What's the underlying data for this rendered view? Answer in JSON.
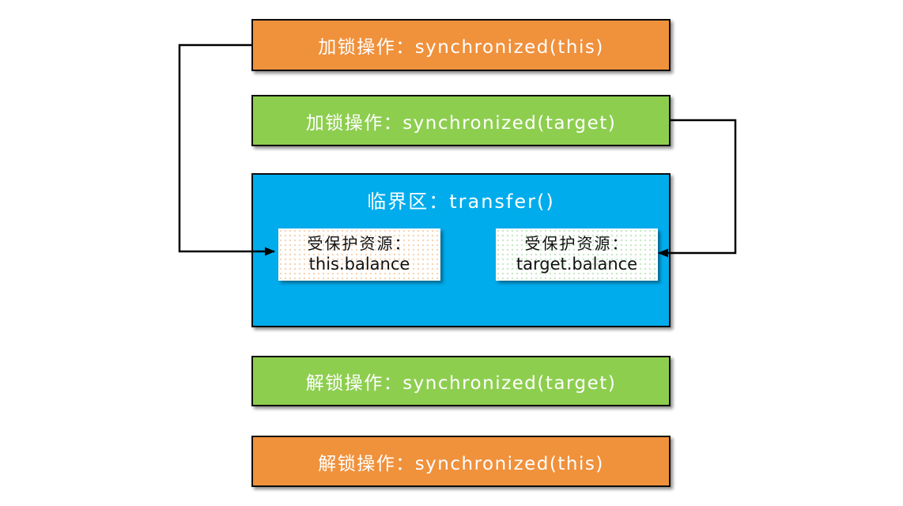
{
  "colors": {
    "orange": "#F0913C",
    "green": "#8DCE4F",
    "blue": "#00ACEC",
    "connector": "#000000",
    "resource_background": "#FFFFFF",
    "resource_dots_left": "#F0913C",
    "resource_dots_right": "#6EC86E",
    "box_border": "#0D0D0D",
    "label_text_on_color": "#FFFFFF",
    "label_text_on_white": "#111111"
  },
  "boxes": {
    "lock_this": "加锁操作：synchronized(this)",
    "lock_target": "加锁操作：synchronized(target)",
    "critical_title": "临界区：transfer()",
    "resource_left_label": "受保护资源：",
    "resource_left_value": "this.balance",
    "resource_right_label": "受保护资源：",
    "resource_right_value": "target.balance",
    "unlock_target": "解锁操作：synchronized(target)",
    "unlock_this": "解锁操作：synchronized(this)"
  }
}
